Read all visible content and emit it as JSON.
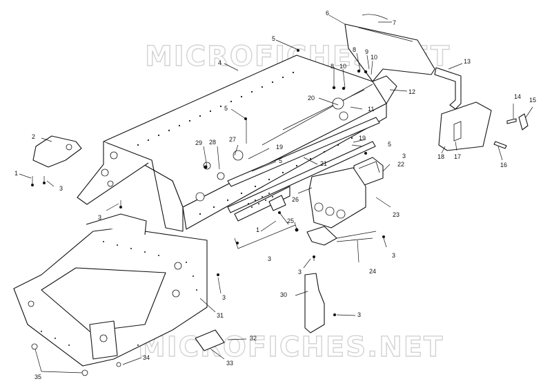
{
  "watermark": {
    "text": "MICROFICHES.NET",
    "color": "#d0d0d0"
  },
  "callouts": [
    "1",
    "2",
    "3",
    "4",
    "5",
    "6",
    "7",
    "8",
    "9",
    "10",
    "11",
    "12",
    "13",
    "14",
    "15",
    "16",
    "17",
    "18",
    "19",
    "20",
    "21",
    "22",
    "23",
    "24",
    "25",
    "26",
    "27",
    "28",
    "29",
    "30",
    "31",
    "32",
    "33",
    "34",
    "35"
  ]
}
